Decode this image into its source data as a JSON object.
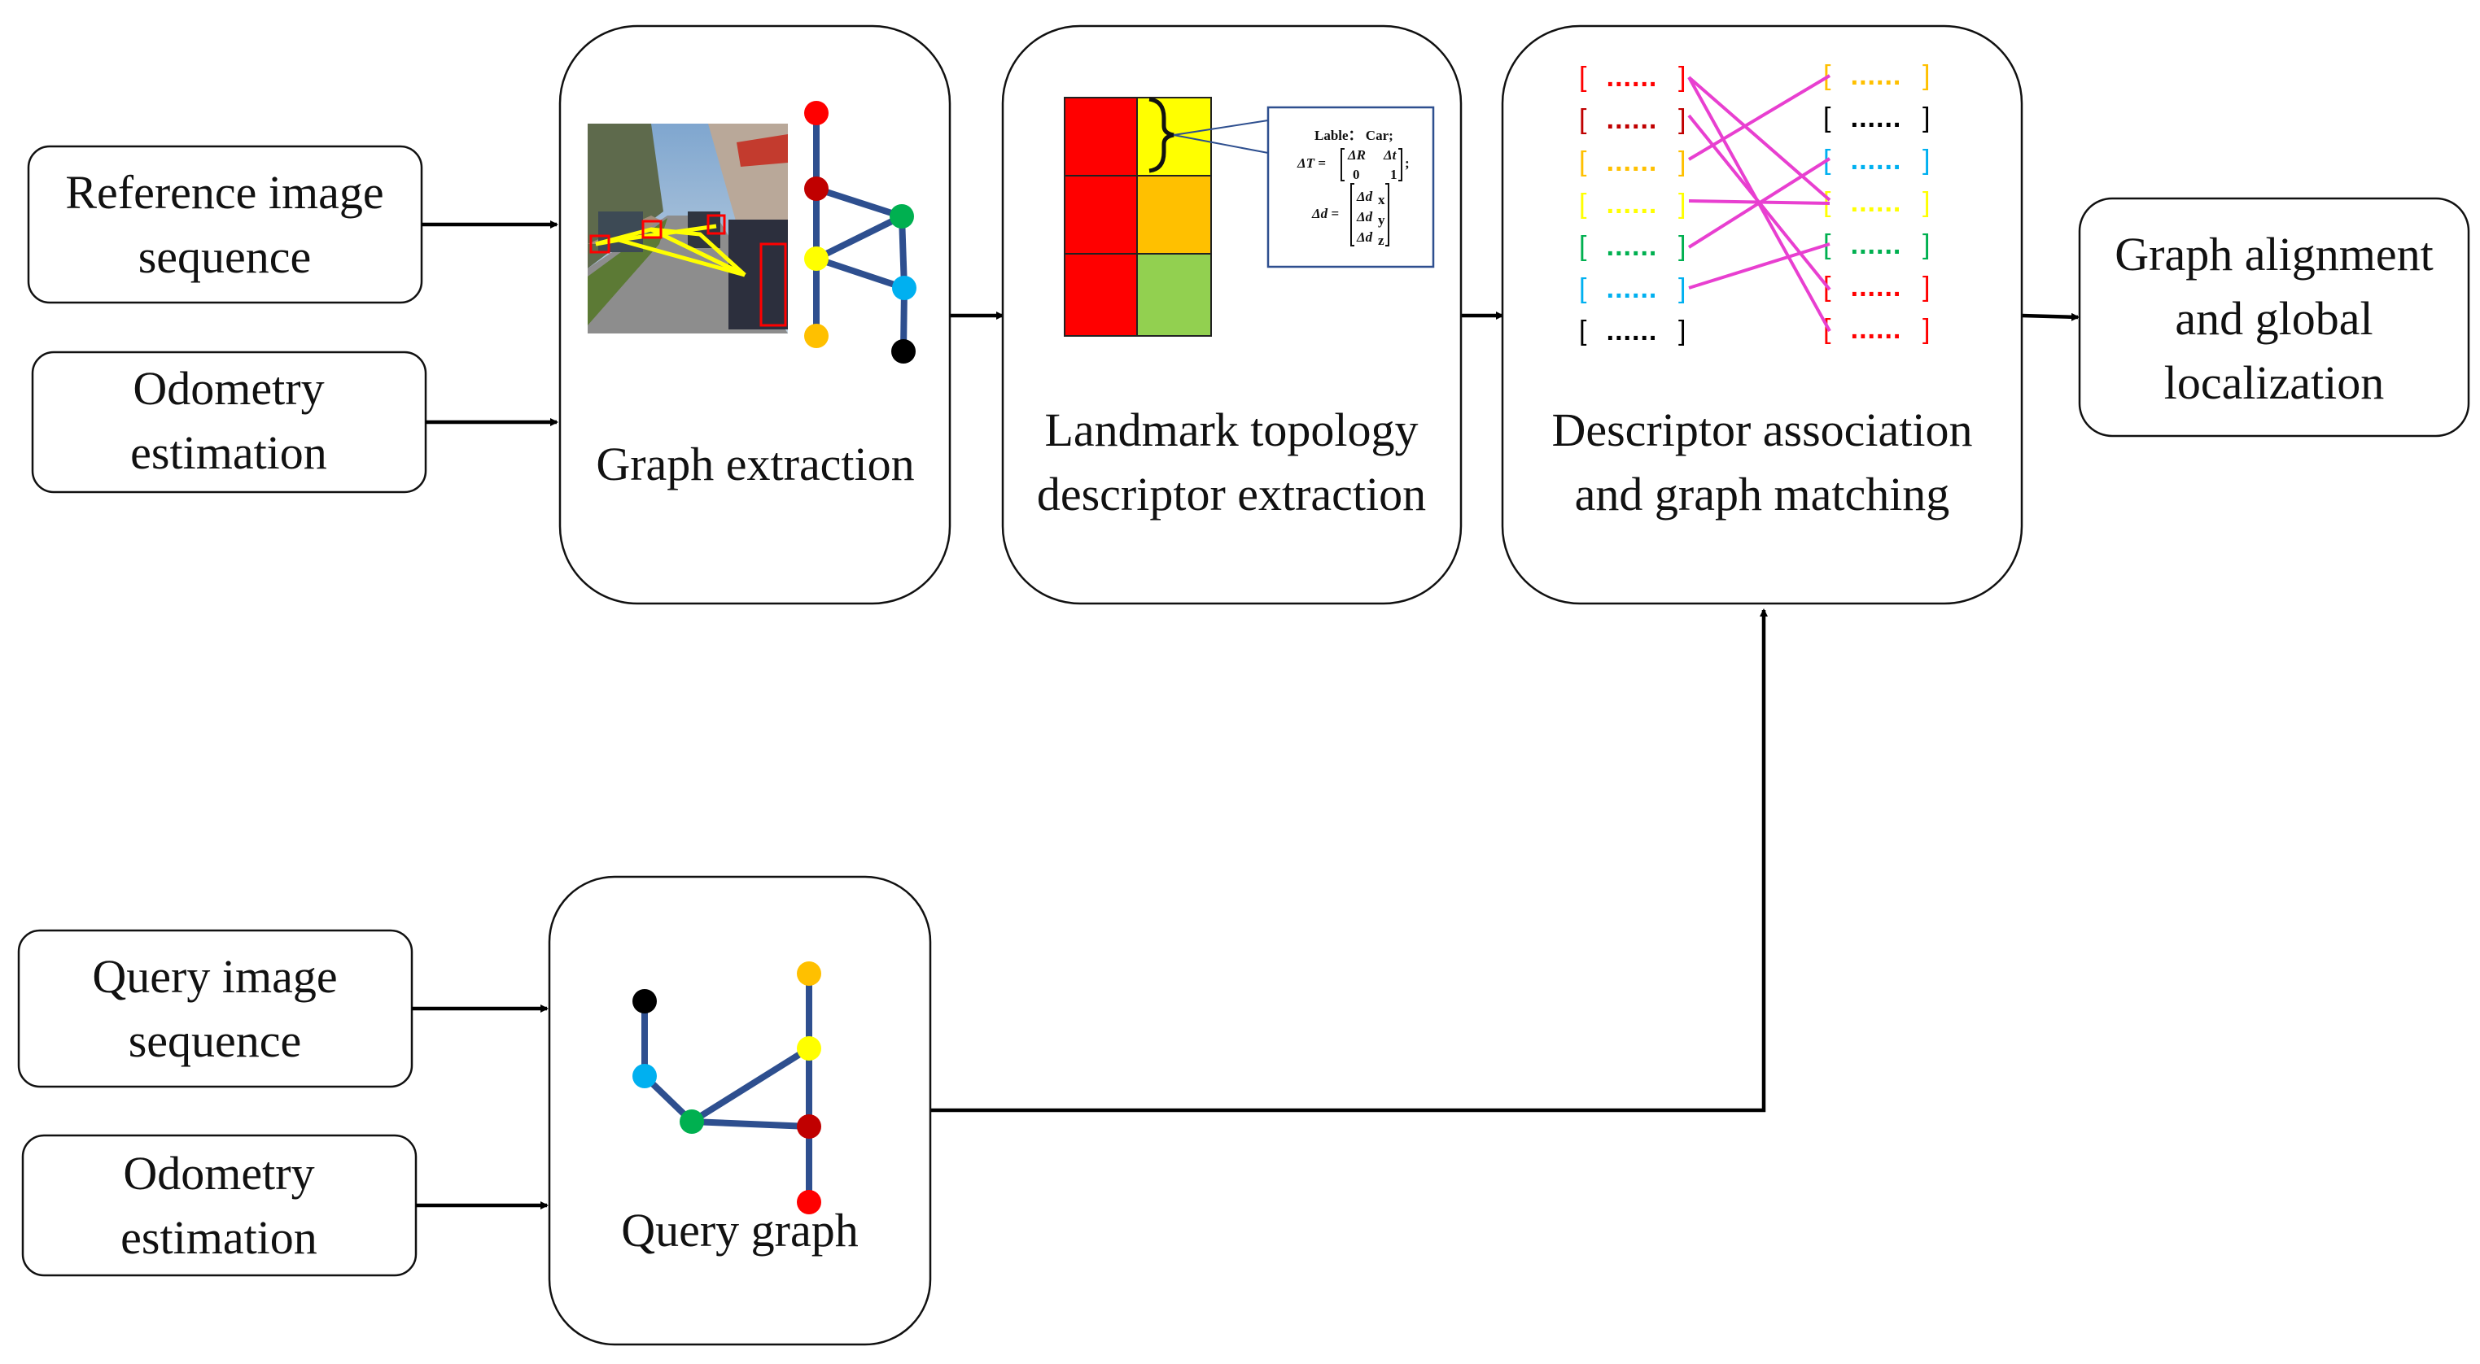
{
  "inputs": {
    "reference_image": [
      "Reference image",
      "sequence"
    ],
    "odometry_top": [
      "Odometry",
      "estimation"
    ],
    "query_image": [
      "Query image",
      "sequence"
    ],
    "odometry_bottom": [
      "Odometry",
      "estimation"
    ]
  },
  "stages": {
    "graph_extraction": [
      "Graph extraction"
    ],
    "descriptor_extraction": [
      "Landmark topology",
      "descriptor extraction"
    ],
    "association": [
      "Descriptor association",
      "and graph matching"
    ],
    "alignment": [
      "Graph alignment",
      "and global",
      "localization"
    ],
    "query_graph": [
      "Query graph"
    ]
  },
  "descriptor_callout": {
    "label_line": "Lable： Car;",
    "delta_t": "ΔT =",
    "matrix_r": "ΔR",
    "matrix_t": "Δt",
    "matrix_0": "0",
    "matrix_1": "1",
    "delta_d": "Δd =",
    "dx": "Δd",
    "dy": "Δd",
    "dz": "Δd",
    "sx": "x",
    "sy": "y",
    "sz": "z"
  },
  "colors": {
    "red": "#ff0000",
    "dark_red": "#c00000",
    "yellow": "#ffff00",
    "orange": "#ffc000",
    "green": "#00b050",
    "light_green": "#92d050",
    "blue": "#00b0f0",
    "black": "#000000",
    "edge_blue": "#2e4f8f",
    "match_pink": "#e83fd0"
  },
  "descriptor_list": {
    "dots": "......",
    "left_colors": [
      "red",
      "dark_red",
      "orange",
      "yellow",
      "green",
      "blue",
      "black"
    ],
    "right_colors": [
      "orange",
      "black",
      "blue",
      "yellow",
      "green",
      "red",
      "red"
    ]
  }
}
